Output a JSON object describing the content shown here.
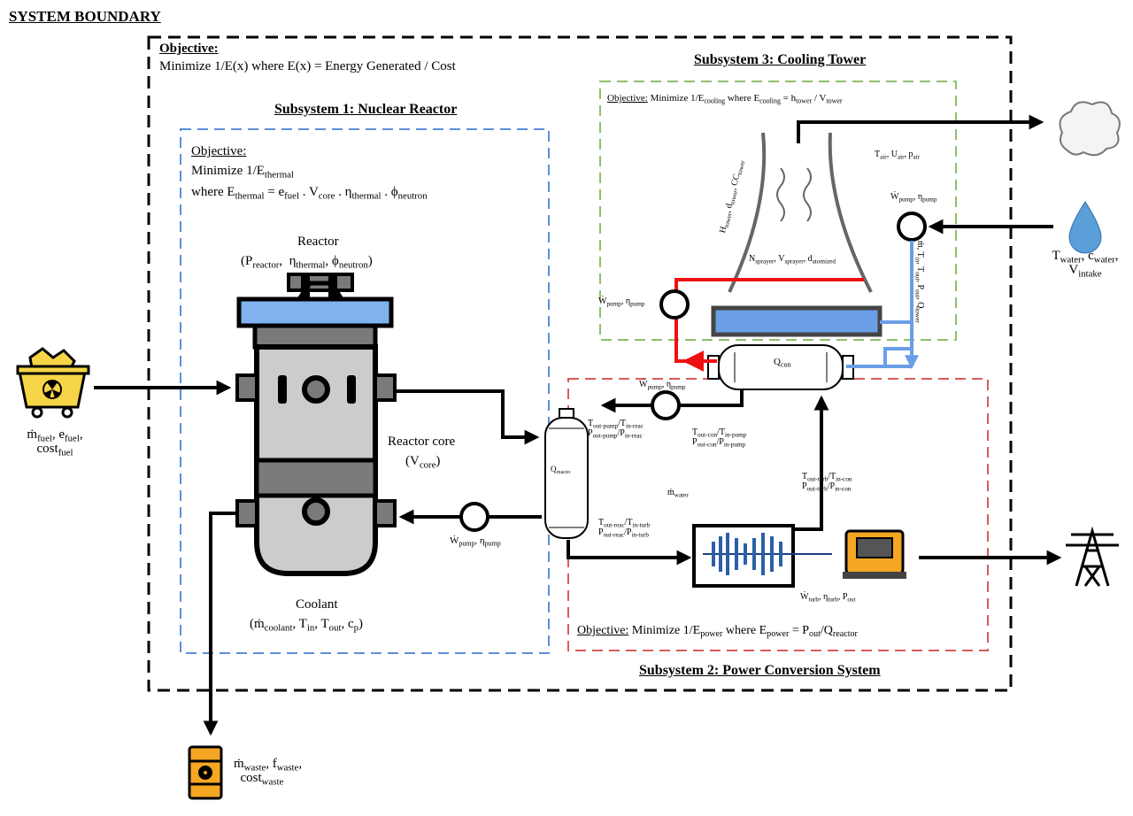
{
  "system": {
    "title": "SYSTEM BOUNDARY",
    "objective_label": "Objective:",
    "objective_text": "Minimize 1/E(x) where E(x) = Energy Generated / Cost"
  },
  "subsystem1": {
    "title": "Subsystem 1: Nuclear Reactor",
    "objective_label": "Objective:",
    "objective_line1": "Minimize 1/E",
    "objective_line1_sub": "thermal",
    "objective_line2": "where E",
    "objective_line2_rest": "= e",
    "eq_parts": [
      "thermal",
      "fuel",
      "core",
      "thermal",
      "neutron"
    ],
    "reactor_label": "Reactor",
    "reactor_params": "(P",
    "reactor_core_label": "Reactor core",
    "reactor_core_param": "(V",
    "coolant_label": "Coolant"
  },
  "subsystem2": {
    "title": "Subsystem 2: Power Conversion System",
    "objective_label": "Objective:",
    "objective_text": "Minimize 1/E",
    "objective_where": "where E",
    "objective_eq": "= P",
    "objective_frac": "/Q"
  },
  "subsystem3": {
    "title": "Subsystem 3: Cooling Tower",
    "objective_label": "Objective:",
    "objective_text": "Minimize 1/E",
    "objective_where": "where E",
    "objective_eq": "= h",
    "objective_frac": "/ V"
  },
  "inputs": {
    "fuel": "ṁ",
    "waste": "ṁ",
    "water": "T"
  },
  "colors": {
    "subsystem1_border": "#5b8fd9",
    "subsystem2_border": "#d95b5b",
    "subsystem3_border": "#8cc06a",
    "hot_line": "#ee1111",
    "cold_line": "#6a9ee6",
    "reactor_top": "#7fb2ee",
    "reactor_body": "#cccccc",
    "fuel_yellow": "#f5d547",
    "barrel_orange": "#f5a623"
  }
}
